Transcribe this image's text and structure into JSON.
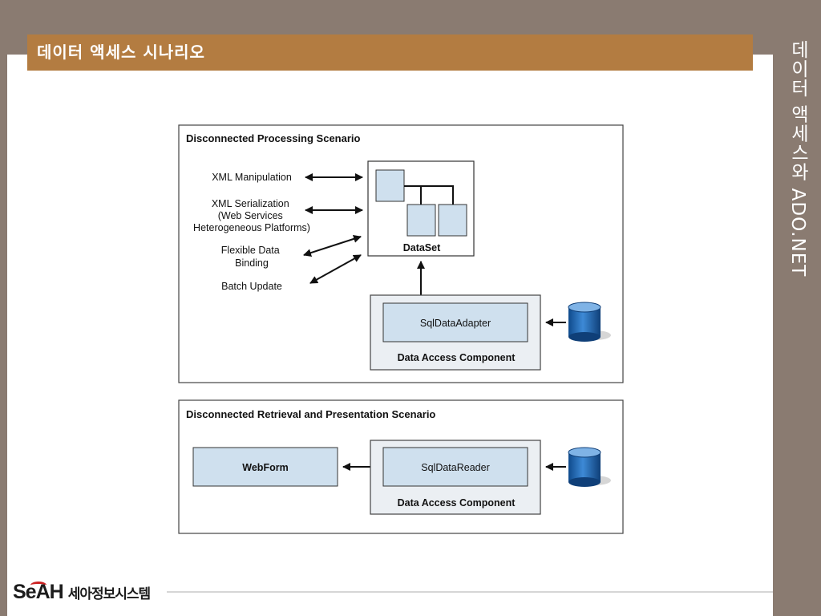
{
  "slide": {
    "title": "데이터 액세스 시나리오",
    "side_title": "데이터 액세스와 ADO.NET"
  },
  "diagram": {
    "processing": {
      "heading": "Disconnected Processing Scenario",
      "features": [
        [
          "XML Manipulation"
        ],
        [
          "XML Serialization",
          "(Web Services",
          "Heterogeneous Platforms)"
        ],
        [
          "Flexible Data",
          "Binding"
        ],
        [
          "Batch Update"
        ]
      ],
      "dataset_label": "DataSet",
      "adapter_label": "SqlDataAdapter",
      "component_label": "Data Access Component"
    },
    "retrieval": {
      "heading": "Disconnected Retrieval and Presentation Scenario",
      "webform_label": "WebForm",
      "reader_label": "SqlDataReader",
      "component_label": "Data Access Component"
    },
    "colors": {
      "box_fill": "#cfe0ee",
      "component_fill": "#ebeff3",
      "db_body": "#1d5fa5"
    }
  },
  "footer": {
    "logo_mark": "SeAH",
    "logo_name": "세아정보시스템"
  }
}
